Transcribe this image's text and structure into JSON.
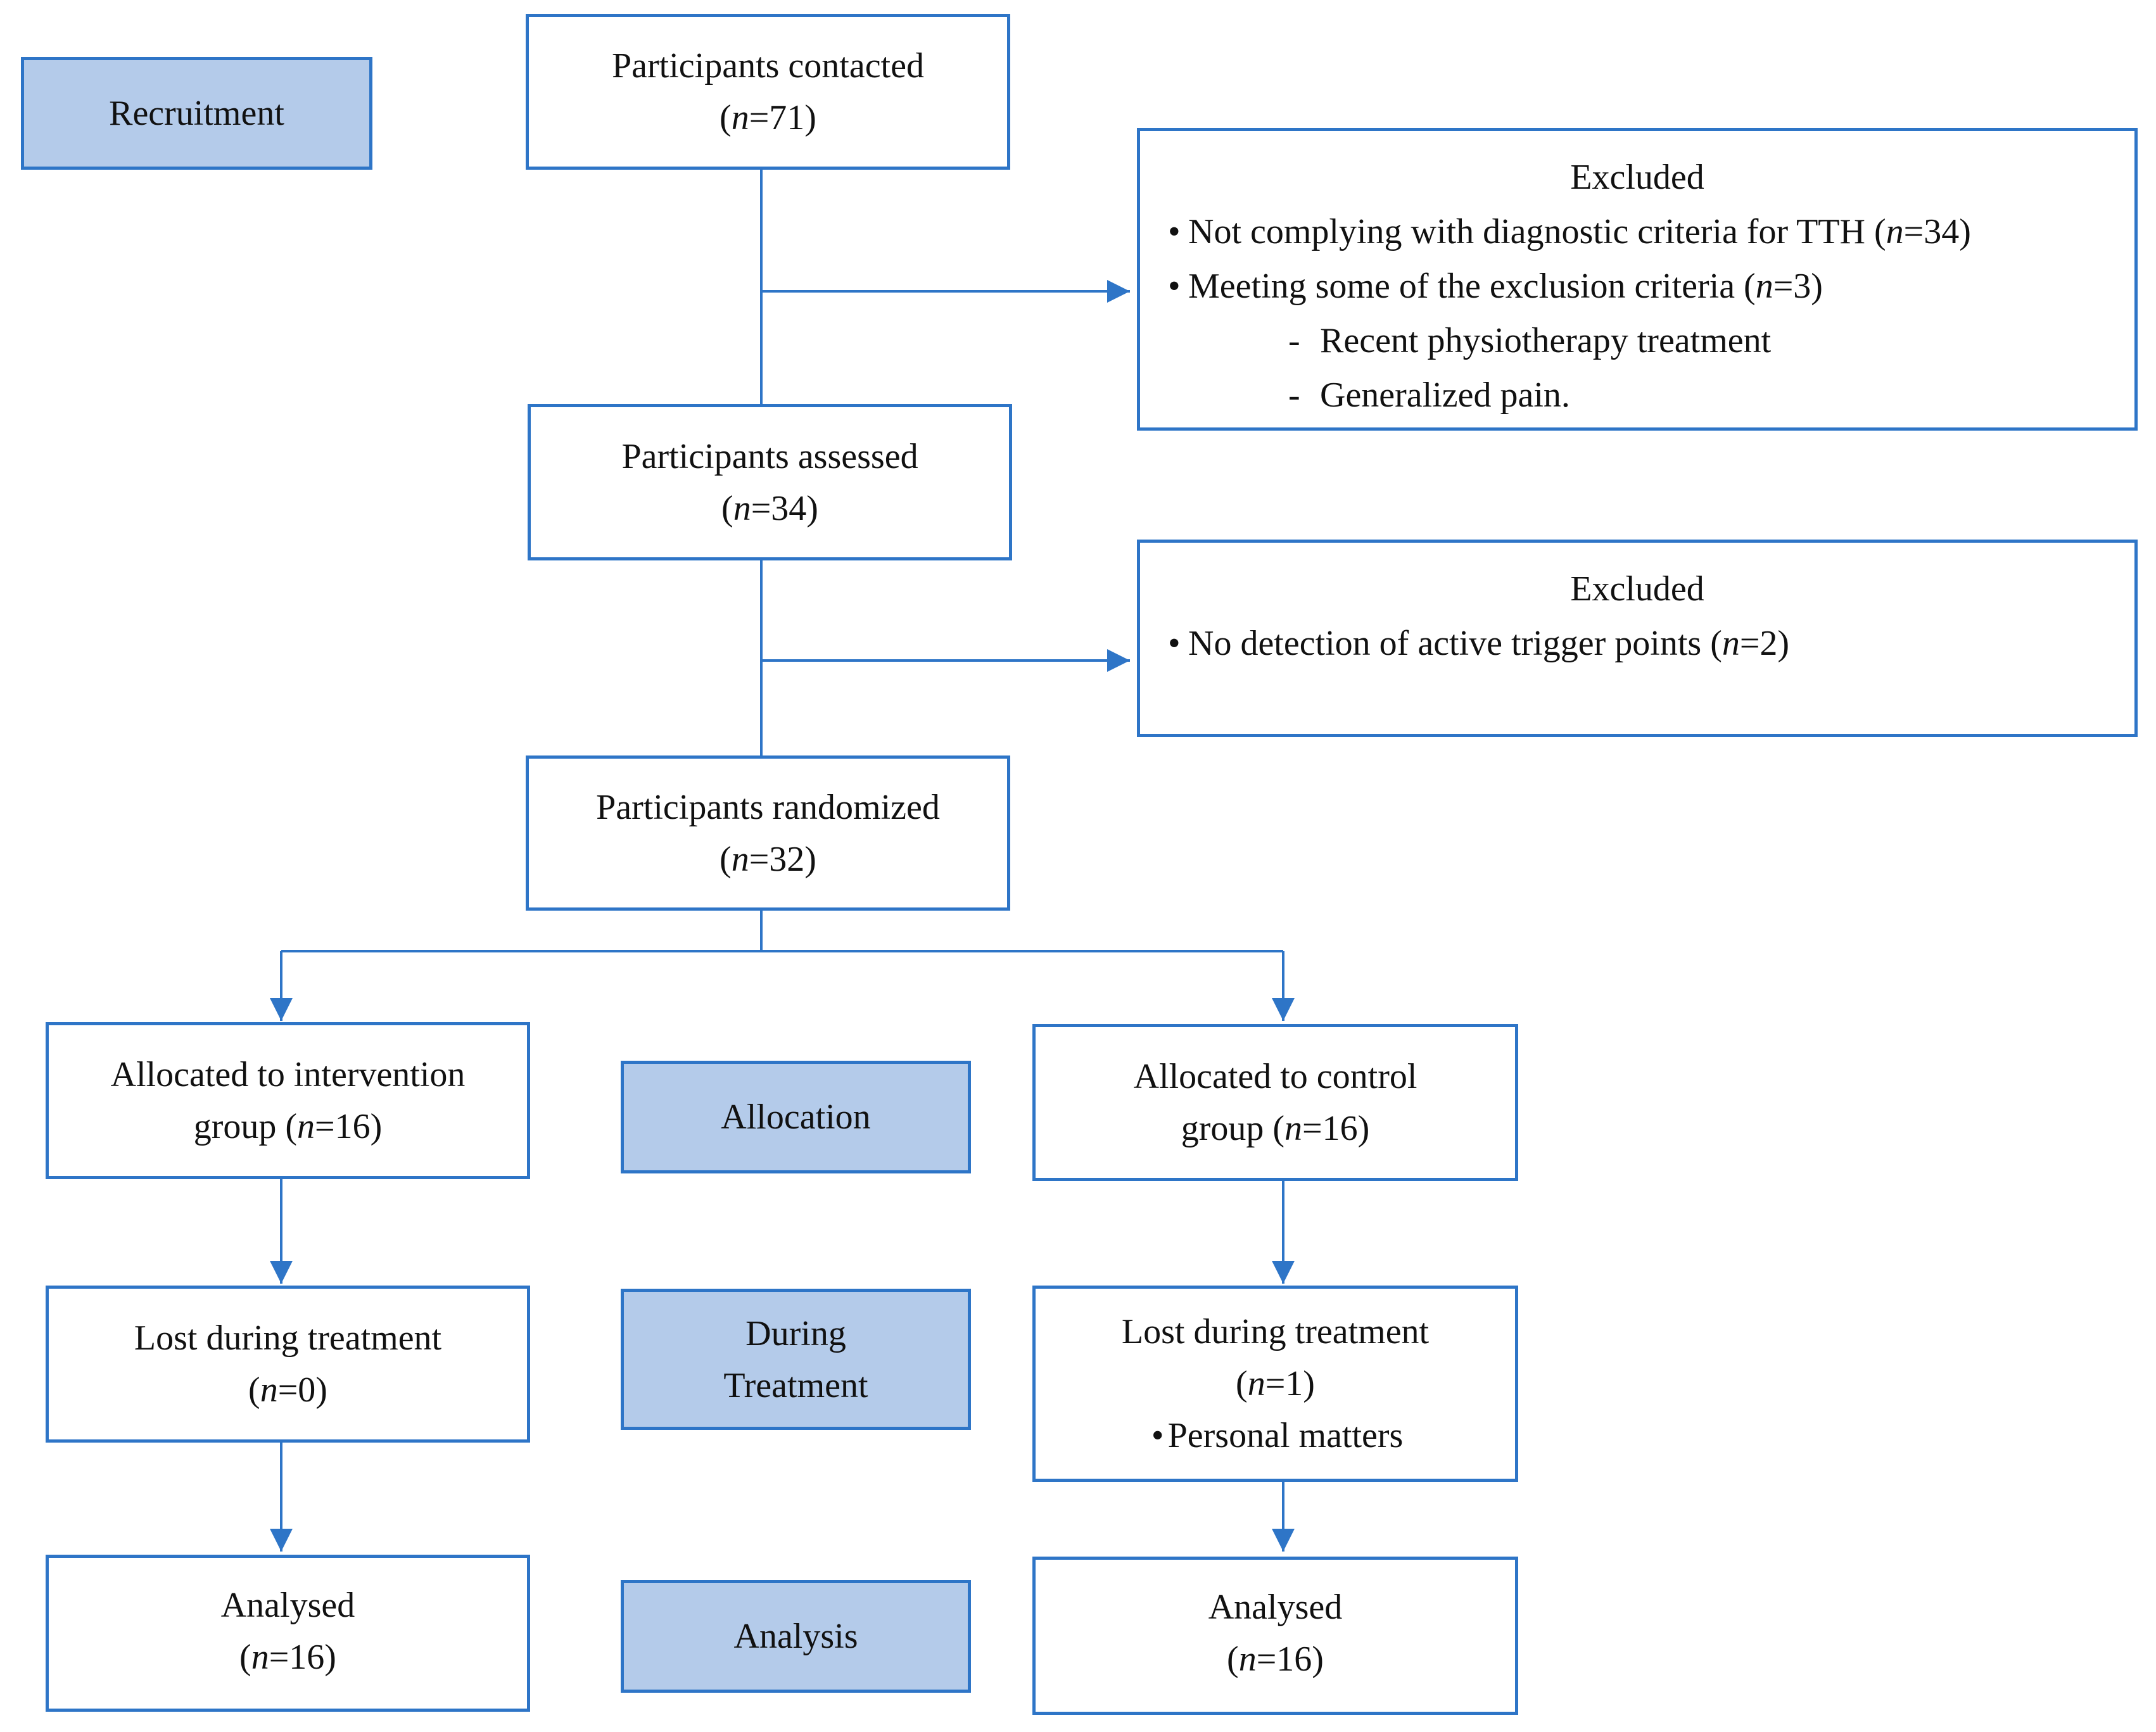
{
  "stages": {
    "recruitment": "Recruitment",
    "allocation": "Allocation",
    "during_treatment_1": "During",
    "during_treatment_2": "Treatment",
    "analysis": "Analysis"
  },
  "contacted": {
    "label": "Participants contacted",
    "n_prefix": "(",
    "n_var": "n",
    "n_value": "=71)"
  },
  "excluded1": {
    "title": "Excluded",
    "items": [
      {
        "bullet": "•",
        "text": "Not complying with diagnostic criteria for TTH (",
        "n_var": "n",
        "n_value": "=34)"
      },
      {
        "bullet": "•",
        "text": "Meeting some of the exclusion criteria (",
        "n_var": "n",
        "n_value": "=3)"
      }
    ],
    "subitems": [
      {
        "dash": "-",
        "text": "Recent physiotherapy treatment"
      },
      {
        "dash": "-",
        "text": "Generalized pain."
      }
    ]
  },
  "assessed": {
    "label": "Participants assessed",
    "n_prefix": "(",
    "n_var": "n",
    "n_value": "=34)"
  },
  "excluded2": {
    "title": "Excluded",
    "item": {
      "bullet": "•",
      "text": "No detection of active trigger points (",
      "n_var": "n",
      "n_value": "=2)"
    }
  },
  "randomized": {
    "label": "Participants randomized",
    "n_prefix": "(",
    "n_var": "n",
    "n_value": "=32)"
  },
  "alloc_intervention": {
    "line1": "Allocated to intervention",
    "line2_prefix": "group (",
    "n_var": "n",
    "n_value": "=16)"
  },
  "alloc_control": {
    "line1": "Allocated to control",
    "line2_prefix": "group (",
    "n_var": "n",
    "n_value": "=16)"
  },
  "lost_intervention": {
    "label": "Lost during treatment",
    "n_prefix": "(",
    "n_var": "n",
    "n_value": "=0)"
  },
  "lost_control": {
    "label": "Lost during treatment",
    "n_prefix": "(",
    "n_var": "n",
    "n_value": "=1)",
    "bullet": "•",
    "reason": "Personal matters"
  },
  "analysed_intervention": {
    "label": "Analysed",
    "n_prefix": "(",
    "n_var": "n",
    "n_value": "=16)"
  },
  "analysed_control": {
    "label": "Analysed",
    "n_prefix": "(",
    "n_var": "n",
    "n_value": "=16)"
  },
  "colors": {
    "border": "#2e75c7",
    "stage_fill": "#b4cbea",
    "arrow": "#2e75c7"
  }
}
